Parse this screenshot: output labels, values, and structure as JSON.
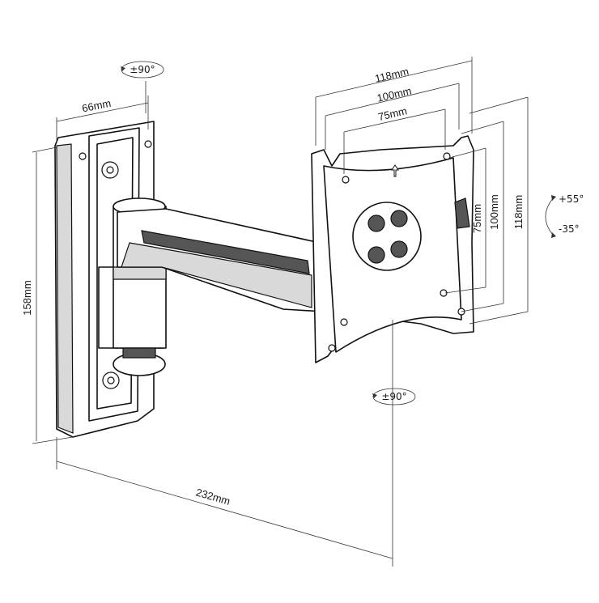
{
  "diagram": {
    "dimensions": {
      "top_width": "118mm",
      "mid_width": "100mm",
      "inner_width": "75mm",
      "right_outer": "118mm",
      "right_mid": "100mm",
      "right_inner": "75mm",
      "plate_width": "66mm",
      "plate_height": "158mm",
      "arm_length": "232mm"
    },
    "rotations": {
      "top_swivel": "±90°",
      "bottom_swivel": "±90°",
      "tilt_up": "+55°",
      "tilt_down": "-35°"
    }
  }
}
